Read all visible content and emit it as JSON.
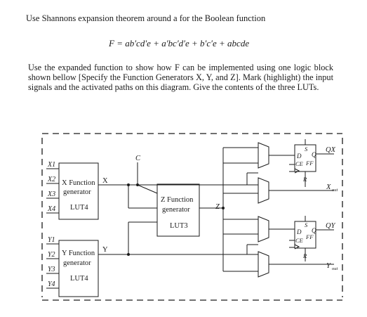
{
  "question": {
    "line1": "Use Shannons expansion theorem around a for the Boolean function",
    "equation": "F = ab′cd′e + a′bc′d′e + b′c′e + abcde",
    "paragraph": "Use the expanded function to show how F can be implemented using one logic block shown bellow [Specify the Function Generators X, Y, and Z]. Mark (highlight) the input signals and the activated paths on this diagram. Give the contents of the three LUTs."
  },
  "diagram": {
    "x_inputs": [
      "X1",
      "X2",
      "X3",
      "X4"
    ],
    "y_inputs": [
      "Y1",
      "Y2",
      "Y3",
      "Y4"
    ],
    "x_block": {
      "line1": "X Function",
      "line2": "generator",
      "line3": "LUT4",
      "output": "X"
    },
    "y_block": {
      "line1": "Y Function",
      "line2": "generator",
      "line3": "LUT4",
      "output": "Y"
    },
    "z_block": {
      "line1": "Z Function",
      "line2": "generator",
      "line3": "LUT3",
      "output": "Z"
    },
    "c_label": "C",
    "ff_top": {
      "d": "D",
      "s": "S",
      "q": "Q",
      "ce": "CE",
      "ff": "FF",
      "r": "R"
    },
    "ff_bottom": {
      "d": "D",
      "s": "S",
      "q": "Q",
      "ce": "CE",
      "ff": "FF",
      "r": "R"
    },
    "outputs": {
      "qx": "QX",
      "xout": "X",
      "xout_sub": "out",
      "qy": "QY",
      "yout": "Y",
      "yout_sub": "out"
    }
  }
}
